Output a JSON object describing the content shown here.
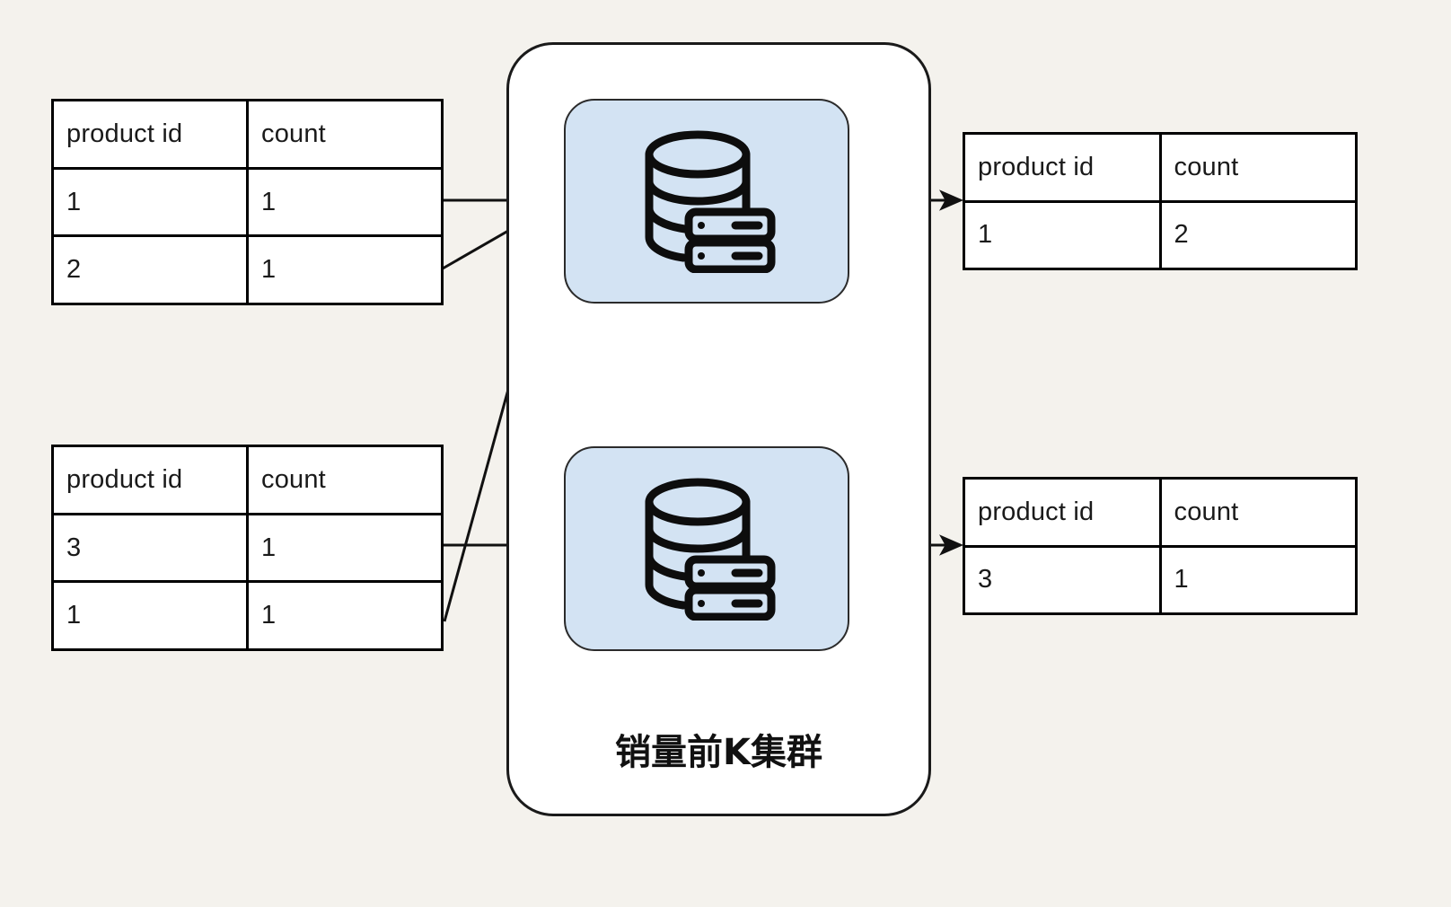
{
  "diagram": {
    "title": "销量前K集群",
    "background_color": "#f4f2ed",
    "node_fill_color": "#d3e3f3",
    "stroke_color": "#000000",
    "columns": [
      "product id",
      "count"
    ],
    "input_tables": [
      {
        "name": "input-table-1",
        "headers": [
          "product id",
          "count"
        ],
        "rows": [
          [
            "1",
            "1"
          ],
          [
            "2",
            "1"
          ]
        ]
      },
      {
        "name": "input-table-2",
        "headers": [
          "product id",
          "count"
        ],
        "rows": [
          [
            "3",
            "1"
          ],
          [
            "1",
            "1"
          ]
        ]
      }
    ],
    "output_tables": [
      {
        "name": "output-table-1",
        "headers": [
          "product id",
          "count"
        ],
        "rows": [
          [
            "1",
            "2"
          ]
        ]
      },
      {
        "name": "output-table-2",
        "headers": [
          "product id",
          "count"
        ],
        "rows": [
          [
            "3",
            "1"
          ]
        ]
      }
    ],
    "cluster_nodes": [
      {
        "name": "database-node-top",
        "icon": "database-server-icon"
      },
      {
        "name": "database-node-bottom",
        "icon": "database-server-icon"
      }
    ],
    "edges": [
      {
        "name": "edge-input1-row1-to-db-top",
        "from": "input-table-1.row1",
        "to": "database-node-top"
      },
      {
        "name": "edge-input1-row2-to-db-top",
        "from": "input-table-1.row2",
        "to": "database-node-top"
      },
      {
        "name": "edge-input2-row2-to-db-top",
        "from": "input-table-2.row2",
        "to": "database-node-top"
      },
      {
        "name": "edge-input2-row1-to-db-bottom",
        "from": "input-table-2.row1",
        "to": "database-node-bottom"
      },
      {
        "name": "edge-db-top-to-output1",
        "from": "database-node-top",
        "to": "output-table-1"
      },
      {
        "name": "edge-db-bottom-to-output2",
        "from": "database-node-bottom",
        "to": "output-table-2"
      }
    ]
  }
}
